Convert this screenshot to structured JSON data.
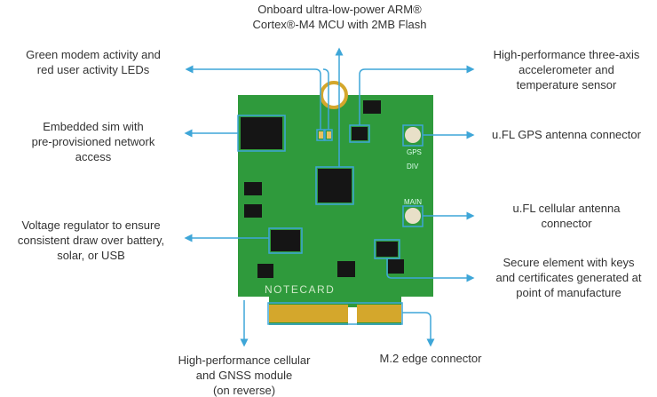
{
  "title": "Notecard feature diagram",
  "board": {
    "silk_name": "NOTECARD",
    "gps_label": "GPS",
    "div_label": "DIV",
    "main_label": "MAIN"
  },
  "callouts": {
    "mcu": [
      "Onboard ultra-low-power ARM®",
      "Cortex®-M4 MCU with 2MB Flash"
    ],
    "leds": [
      "Green modem activity and",
      "red user activity LEDs"
    ],
    "accel": [
      "High-performance three-axis",
      "accelerometer and",
      "temperature sensor"
    ],
    "sim": [
      "Embedded sim with",
      "pre-provisioned network",
      "access"
    ],
    "gps": [
      "u.FL GPS antenna connector"
    ],
    "cell_ant": [
      "u.FL cellular antenna",
      "connector"
    ],
    "vreg": [
      "Voltage regulator to ensure",
      "consistent draw over battery,",
      "solar, or USB"
    ],
    "secure": [
      "Secure element with keys",
      "and certificates generated at",
      "point of manufacture"
    ],
    "module": [
      "High-performance cellular",
      "and GNSS module",
      "(on reverse)"
    ],
    "m2": [
      "M.2 edge connector"
    ]
  },
  "colors": {
    "line": "#3ea6d8",
    "board": "#2f9a3c",
    "chip": "#151515",
    "gold": "#d4a72c"
  }
}
